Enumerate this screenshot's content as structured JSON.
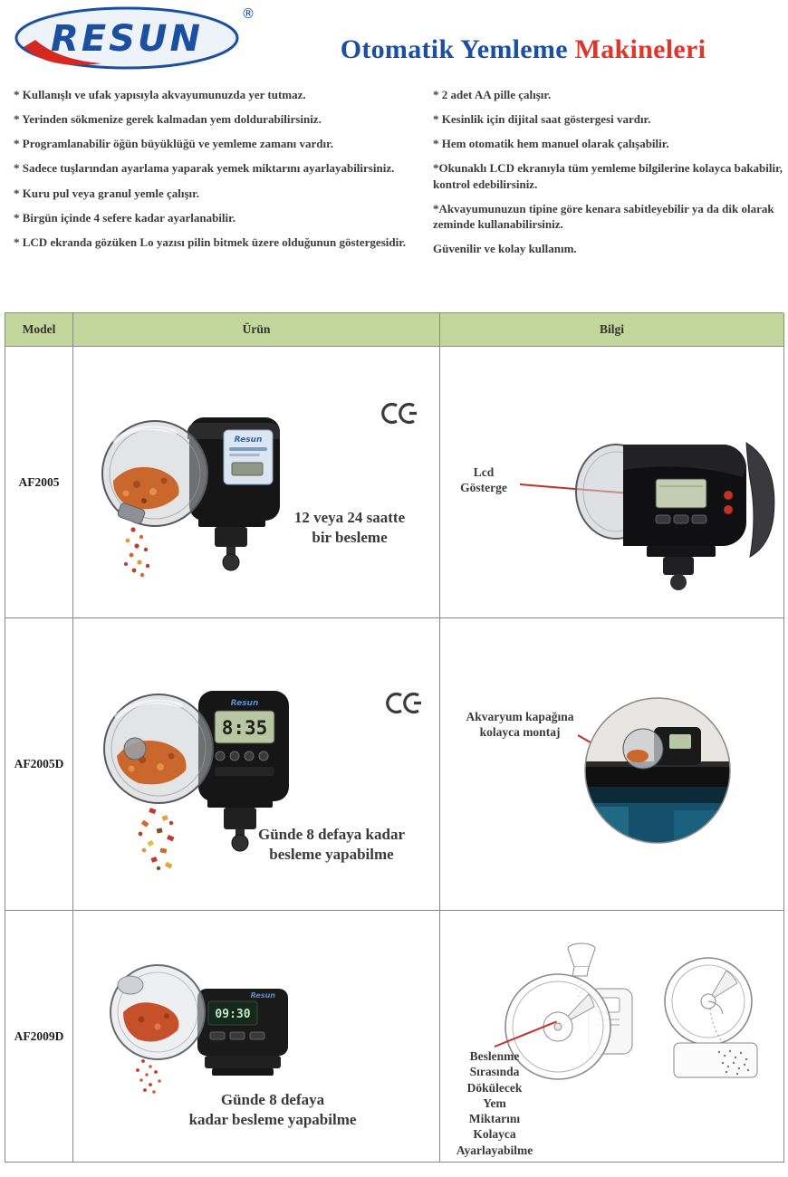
{
  "header": {
    "brand": "RESUN",
    "registered": "®",
    "title_blue": "Otomatik Yemleme",
    "title_red": "Makineleri"
  },
  "features": {
    "left": [
      "* Kullanışlı ve ufak yapısıyla akvayumunuzda yer tutmaz.",
      "* Yerinden sökmenize gerek kalmadan yem doldurabilirsiniz.",
      "* Programlanabilir öğün büyüklüğü ve yemleme zamanı vardır.",
      "* Sadece tuşlarından ayarlama yaparak yemek miktarını ayarlayabilirsiniz.",
      "* Kuru pul veya granul yemle çalışır.",
      "* Birgün içinde 4 sefere kadar ayarlanabilir.",
      "* LCD ekranda gözüken Lo yazısı pilin bitmek üzere olduğunun göstergesidir."
    ],
    "right": [
      "* 2 adet AA pille çalışır.",
      "* Kesinlik için dijital saat göstergesi vardır.",
      "* Hem otomatik hem manuel olarak çalışabilir.",
      "*Okunaklı LCD ekranıyla tüm yemleme bilgilerine kolayca bakabilir, kontrol edebilirsiniz.",
      "*Akvayumunuzun tipine göre kenara sabitleyebilir ya da dik olarak zeminde kullanabilirsiniz.",
      "Güvenilir ve kolay kullanım."
    ]
  },
  "table": {
    "headers": {
      "model": "Model",
      "product": "Ürün",
      "info": "Bilgi"
    },
    "product_brand": "Resun",
    "rows": [
      {
        "model": "AF2005",
        "caption_lines": [
          "12 veya 24 saatte",
          "bir besleme"
        ],
        "has_ce_mark": true,
        "info_label_lines": [
          "Lcd",
          "Gösterge"
        ]
      },
      {
        "model": "AF2005D",
        "caption_lines": [
          "Günde 8 defaya kadar",
          "besleme yapabilme"
        ],
        "has_ce_mark": true,
        "lcd_value": "8:35",
        "info_label_lines": [
          "Akvaryum kapağına",
          "kolayca montaj"
        ]
      },
      {
        "model": "AF2009D",
        "caption_lines": [
          "Günde 8 defaya",
          "kadar besleme yapabilme"
        ],
        "has_ce_mark": false,
        "lcd_value": "09:30",
        "info_label_lines": [
          "Beslenme",
          "Sırasında",
          "Dökülecek",
          "Yem",
          "Miktarını",
          "Kolayca",
          "Ayarlayabilme"
        ]
      }
    ]
  },
  "colors": {
    "header_green": "#c3d69b",
    "title_blue": "#1b4fa0",
    "title_red": "#e0352b",
    "pointer_red": "#c2302a"
  }
}
